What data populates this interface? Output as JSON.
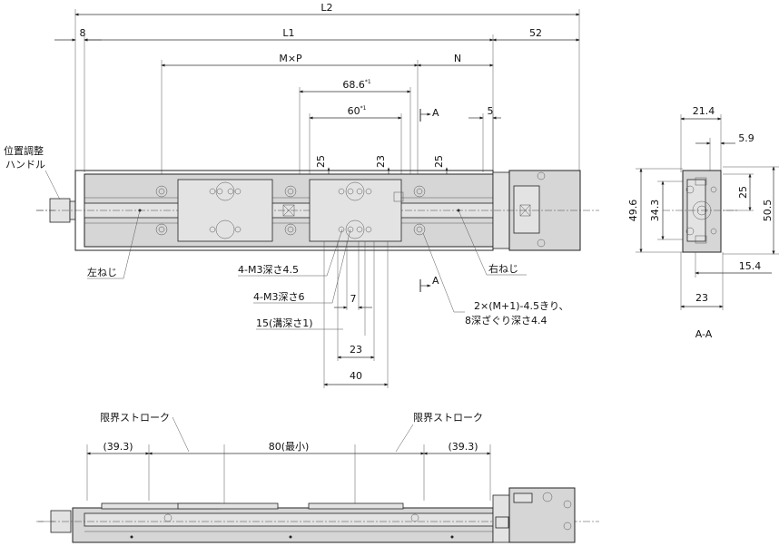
{
  "top_view": {
    "dims": {
      "L2": "L2",
      "left_offset": "8",
      "L1": "L1",
      "right_len": "52",
      "MxP": "M×P",
      "N": "N",
      "d686": "68.6",
      "d60": "60",
      "mark": "*1",
      "d5": "5",
      "v25a": "25",
      "v23": "23",
      "v25b": "25",
      "d7": "7",
      "d23": "23",
      "d40": "40"
    },
    "section_mark": "A",
    "labels": {
      "handle": [
        "位置調整",
        "ハンドル"
      ],
      "left_screw": "左ねじ",
      "right_screw": "右ねじ",
      "m3_45": "4-M3深さ4.5",
      "m3_6": "4-M3深さ6",
      "groove": "15(溝深さ1)",
      "holes_1": "2×(M+1)-4.5きり、",
      "holes_2": "8深ざぐり深さ4.4"
    }
  },
  "section_view": {
    "title": "A-A",
    "dims": {
      "w214": "21.4",
      "w59": "5.9",
      "h496": "49.6",
      "h343": "34.3",
      "h25": "25",
      "h505": "50.5",
      "w154": "15.4",
      "w23": "23"
    }
  },
  "bottom_view": {
    "stroke_left": "限界ストローク",
    "stroke_right": "限界ストローク",
    "d393a": "(39.3)",
    "d80": "80(最小)",
    "d393b": "(39.3)"
  }
}
